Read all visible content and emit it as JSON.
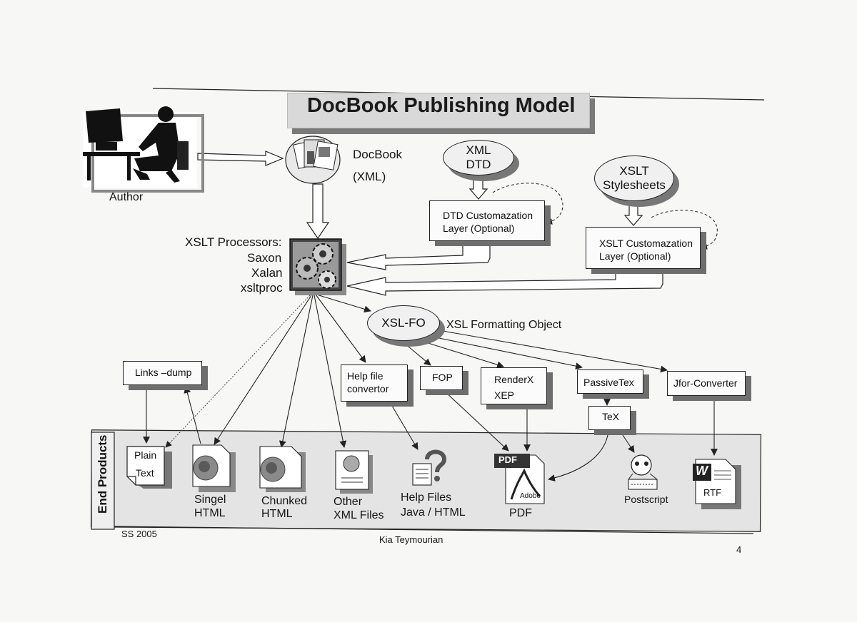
{
  "title": "DocBook Publishing Model",
  "author": "Author",
  "docbook": {
    "line1": "DocBook",
    "line2": "(XML)"
  },
  "xml_dtd": {
    "line1": "XML",
    "line2": "DTD"
  },
  "xslt_stylesheets": {
    "line1": "XSLT",
    "line2": "Stylesheets"
  },
  "dtd_custom": {
    "line1": "DTD Customazation",
    "line2": "Layer (Optional)"
  },
  "xslt_custom": {
    "line1": "XSLT Customazation",
    "line2": "Layer (Optional)"
  },
  "processors": {
    "heading": "XSLT Processors:",
    "items": [
      "Saxon",
      "Xalan",
      "xsltproc"
    ]
  },
  "xslfo": {
    "label": "XSL-FO",
    "description": "XSL Formatting Object"
  },
  "tools": {
    "links_dump": "Links –dump",
    "help_conv_1": "Help file",
    "help_conv_2": "convertor",
    "fop": "FOP",
    "renderx_1": "RenderX",
    "renderx_2": "XEP",
    "passivetex": "PassiveTex",
    "jfor": "Jfor-Converter",
    "tex": "TeX"
  },
  "end_products_label": "End Products",
  "products": {
    "plain_1": "Plain",
    "plain_2": "Text",
    "singel_1": "Singel",
    "singel_2": "HTML",
    "chunked_1": "Chunked",
    "chunked_2": "HTML",
    "other_1": "Other",
    "other_2": "XML Files",
    "help_1": "Help Files",
    "help_2": "Java / HTML",
    "pdf": "PDF",
    "pdf_icon": "PDF",
    "adobe": "Adobe",
    "postscript": "Postscript",
    "rtf": "RTF",
    "word": "W"
  },
  "footer": {
    "left": "SS 2005",
    "center": "Kia Teymourian",
    "page": "4"
  }
}
